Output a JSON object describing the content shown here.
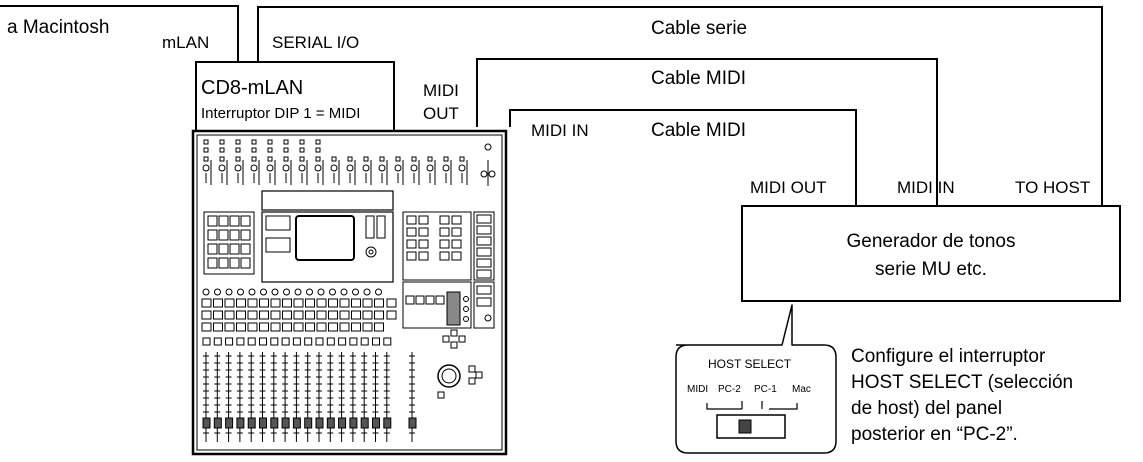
{
  "labels": {
    "mac": "a Macintosh",
    "mlan": "mLAN",
    "serial_io": "SERIAL I/O",
    "cable_serie": "Cable serie",
    "cable_midi_1": "Cable MIDI",
    "cable_midi_2": "Cable MIDI",
    "cd8_title": "CD8-mLAN",
    "cd8_sub": "Interruptor DIP 1 = MIDI",
    "midi_out_a": "MIDI",
    "midi_out_b": "OUT",
    "midi_in_left": "MIDI IN",
    "tg_midi_out": "MIDI OUT",
    "tg_midi_in": "MIDI IN",
    "tg_to_host": "TO HOST",
    "tg_line1": "Generador de tonos",
    "tg_line2": "serie MU etc.",
    "hs_title": "HOST SELECT",
    "hs_midi": "MIDI",
    "hs_pc2": "PC-2",
    "hs_pc1": "PC-1",
    "hs_mac": "Mac",
    "note1": "Configure el interruptor",
    "note2": "HOST SELECT (selección",
    "note3": "de host) del panel",
    "note4": "posterior en “PC-2”."
  }
}
